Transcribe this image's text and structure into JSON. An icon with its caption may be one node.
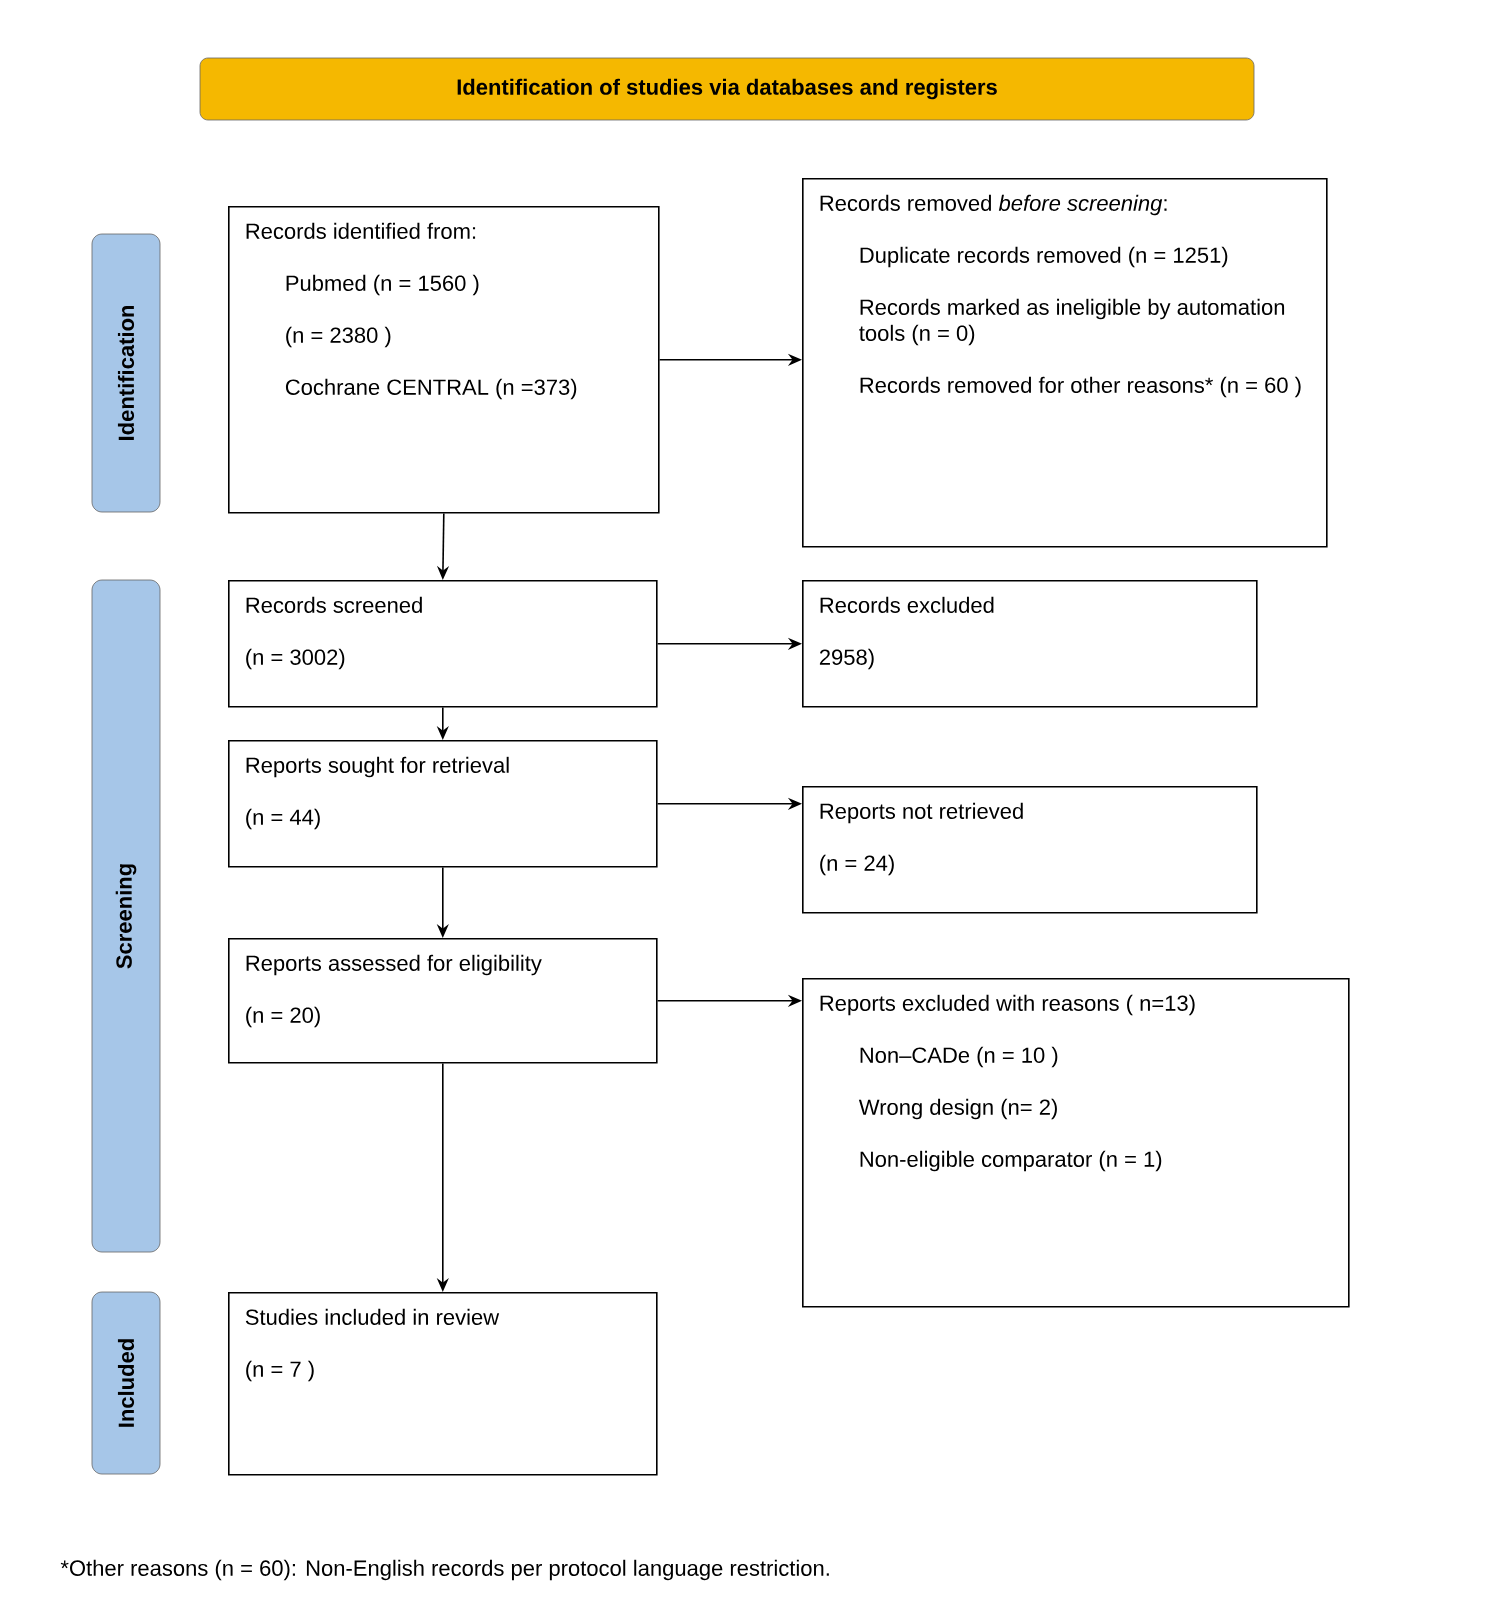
{
  "diagram": {
    "nodes": [
      {
        "text": [
          "Identification of studies via databases and registers"
        ]
      },
      {
        "text": [
          "Identification"
        ]
      },
      {
        "text": [
          "Screening"
        ]
      },
      {
        "text": [
          "Included"
        ]
      },
      {
        "text": [
          "Records identified from:",
          "Pubmed (n = 1560 )",
          "(n = 2380 )",
          "Cochrane CENTRAL (n =373)"
        ]
      },
      {
        "text": [
          "Records removed *before screening*:",
          "Duplicate records removed  (n = 1251)",
          "Records marked as ineligible by automation tools (n = 0)",
          "Records removed for other reasons* (n = 60 )"
        ]
      },
      {
        "text": [
          "Records screened",
          "(n = 3002)"
        ]
      },
      {
        "text": [
          "Records excluded",
          "2958)"
        ]
      },
      {
        "text": [
          "Reports sought for retrieval",
          "(n = 44)"
        ]
      },
      {
        "text": [
          "Reports not retrieved",
          "(n = 24)"
        ]
      },
      {
        "text": [
          "Reports assessed for eligibility",
          "(n = 20)"
        ]
      },
      {
        "text": [
          "Reports excluded with reasons ( n=13)",
          "Non–CADe (n = 10 )",
          "Wrong design (n= 2)",
          "Non-eligible comparator (n = 1)"
        ]
      },
      {
        "text": [
          "Studies included in review",
          "(n = 7 )"
        ]
      }
    ],
    "edges": [
      {
        "from": 4,
        "to": 5,
        "arrow": "to"
      },
      {
        "from": 4,
        "to": 6,
        "arrow": "to"
      },
      {
        "from": 6,
        "to": 7,
        "arrow": "to"
      },
      {
        "from": 6,
        "to": 8,
        "arrow": "to"
      },
      {
        "from": 8,
        "to": 9,
        "arrow": "to"
      },
      {
        "from": 8,
        "to": 10,
        "arrow": "to"
      },
      {
        "from": 10,
        "to": 11,
        "arrow": "to"
      },
      {
        "from": 10,
        "to": 12,
        "arrow": "to"
      }
    ],
    "labels": [
      "*Other reasons (n = 60): Non-English records per protocol language restriction."
    ]
  }
}
